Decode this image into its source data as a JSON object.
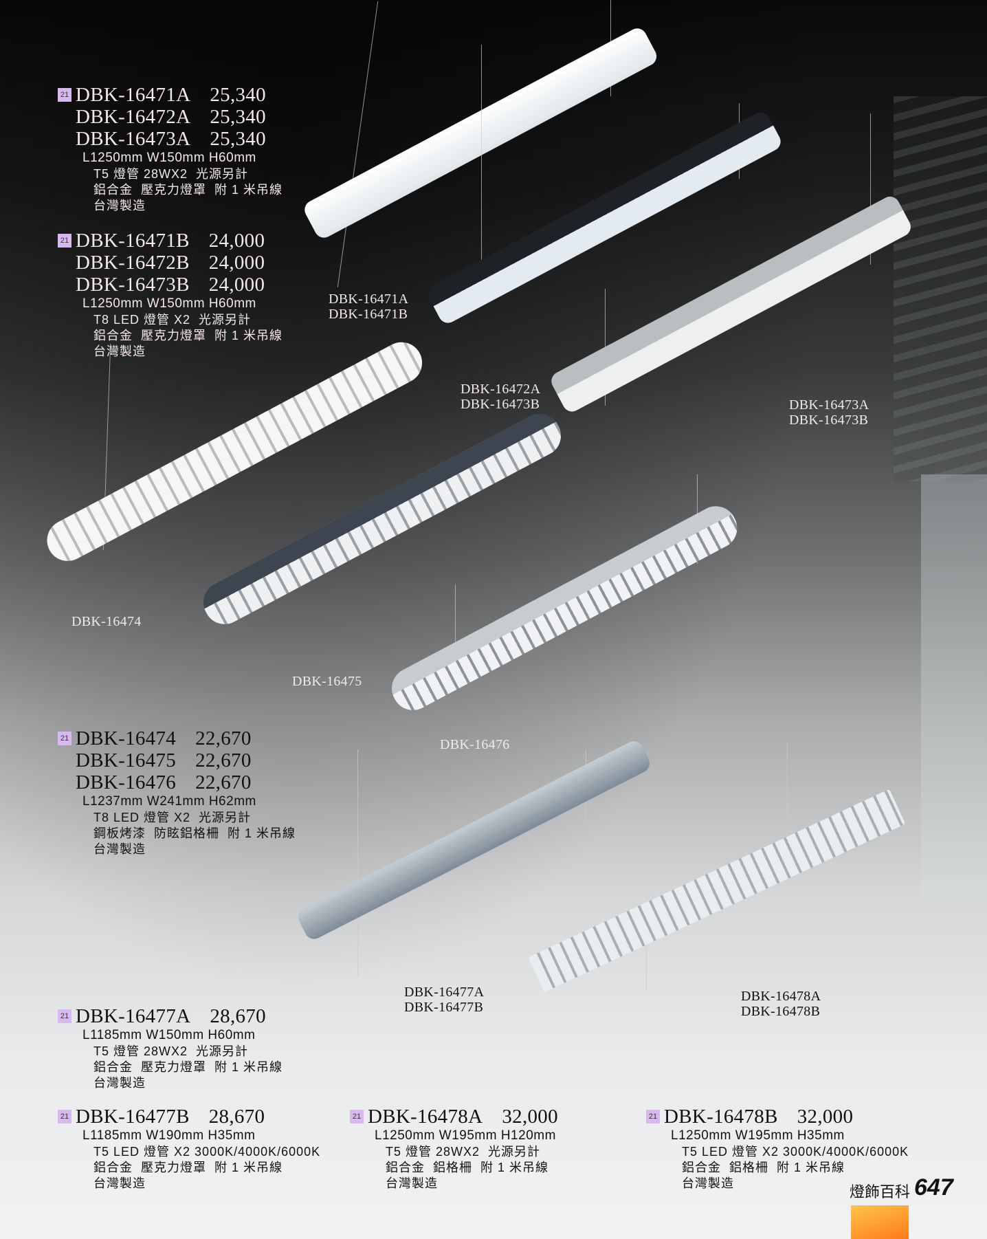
{
  "page": {
    "section_title": "燈飾百科",
    "page_number": "647",
    "badge_text": "21"
  },
  "groups": [
    {
      "models": [
        {
          "code": "DBK-16471A",
          "price": "25,340"
        },
        {
          "code": "DBK-16472A",
          "price": "25,340"
        },
        {
          "code": "DBK-16473A",
          "price": "25,340"
        }
      ],
      "dims": "L1250mm  W150mm  H60mm",
      "specs": [
        "T5 燈管 28WX2  光源另計",
        "鋁合金  壓克力燈罩  附 1 米吊線",
        "台灣製造"
      ]
    },
    {
      "models": [
        {
          "code": "DBK-16471B",
          "price": "24,000"
        },
        {
          "code": "DBK-16472B",
          "price": "24,000"
        },
        {
          "code": "DBK-16473B",
          "price": "24,000"
        }
      ],
      "dims": "L1250mm  W150mm  H60mm",
      "specs": [
        "T8 LED 燈管 X2  光源另計",
        "鋁合金  壓克力燈罩  附 1 米吊線",
        "台灣製造"
      ]
    },
    {
      "models": [
        {
          "code": "DBK-16474",
          "price": "22,670"
        },
        {
          "code": "DBK-16475",
          "price": "22,670"
        },
        {
          "code": "DBK-16476",
          "price": "22,670"
        }
      ],
      "dims": "L1237mm  W241mm  H62mm",
      "specs": [
        "T8 LED 燈管 X2  光源另計",
        "鋼板烤漆  防眩鋁格柵  附 1 米吊線",
        "台灣製造"
      ]
    },
    {
      "models": [
        {
          "code": "DBK-16477A",
          "price": "28,670"
        }
      ],
      "dims": "L1185mm  W150mm  H60mm",
      "specs": [
        "T5 燈管 28WX2  光源另計",
        "鋁合金  壓克力燈罩  附 1 米吊線",
        "台灣製造"
      ]
    },
    {
      "models": [
        {
          "code": "DBK-16477B",
          "price": "28,670"
        }
      ],
      "dims": "L1185mm  W190mm  H35mm",
      "specs": [
        "T5 LED 燈管 X2 3000K/4000K/6000K",
        "鋁合金  壓克力燈罩  附 1 米吊線",
        "台灣製造"
      ]
    },
    {
      "models": [
        {
          "code": "DBK-16478A",
          "price": "32,000"
        }
      ],
      "dims": "L1250mm  W195mm  H120mm",
      "specs": [
        "T5 燈管 28WX2  光源另計",
        "鋁合金  鋁格柵  附 1 米吊線",
        "台灣製造"
      ]
    },
    {
      "models": [
        {
          "code": "DBK-16478B",
          "price": "32,000"
        }
      ],
      "dims": "L1250mm  W195mm  H35mm",
      "specs": [
        "T5 LED 燈管 X2 3000K/4000K/6000K",
        "鋁合金  鋁格柵  附 1 米吊線",
        "台灣製造"
      ]
    }
  ],
  "image_labels": [
    "DBK-16471A\nDBK-16471B",
    "DBK-16472A\nDBK-16473B",
    "DBK-16473A\nDBK-16473B",
    "DBK-16474",
    "DBK-16475",
    "DBK-16476",
    "DBK-16477A\nDBK-16477B",
    "DBK-16478A\nDBK-16478B"
  ],
  "colors": {
    "badge": "#d8b8f0",
    "footer_tab": "#ff8a22"
  }
}
